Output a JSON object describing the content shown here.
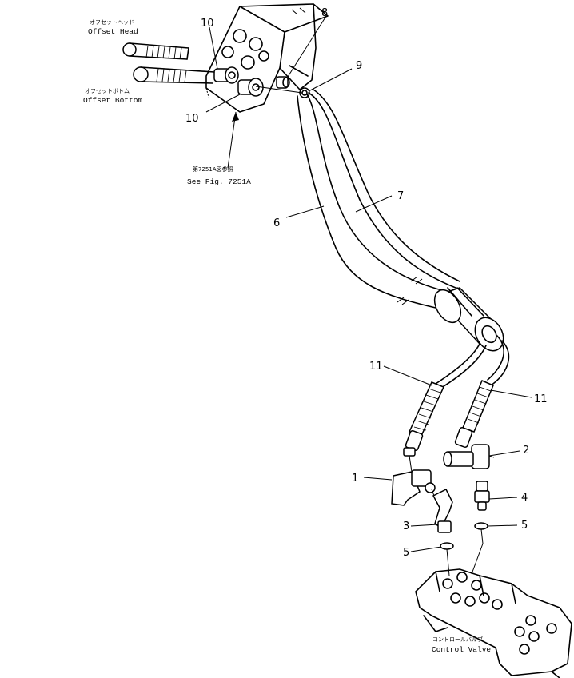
{
  "captions": {
    "offset_head_jp": "オフセットヘッド",
    "offset_head_en": "Offset  Head",
    "offset_bottom_jp": "オフセットボトム",
    "offset_bottom_en": "Offset  Bottom",
    "see_fig_jp": "第7251A図参照",
    "see_fig_en": "See Fig. 7251A",
    "control_valve_jp": "コントロールバルブ",
    "control_valve_en": "Control  Valve"
  },
  "callouts": {
    "c1": "1",
    "c2": "2",
    "c3": "3",
    "c4": "4",
    "c5a": "5",
    "c5b": "5",
    "c6": "6",
    "c7": "7",
    "c8": "8",
    "c9": "9",
    "c10a": "10",
    "c10b": "10",
    "c11a": "11",
    "c11b": "11"
  }
}
